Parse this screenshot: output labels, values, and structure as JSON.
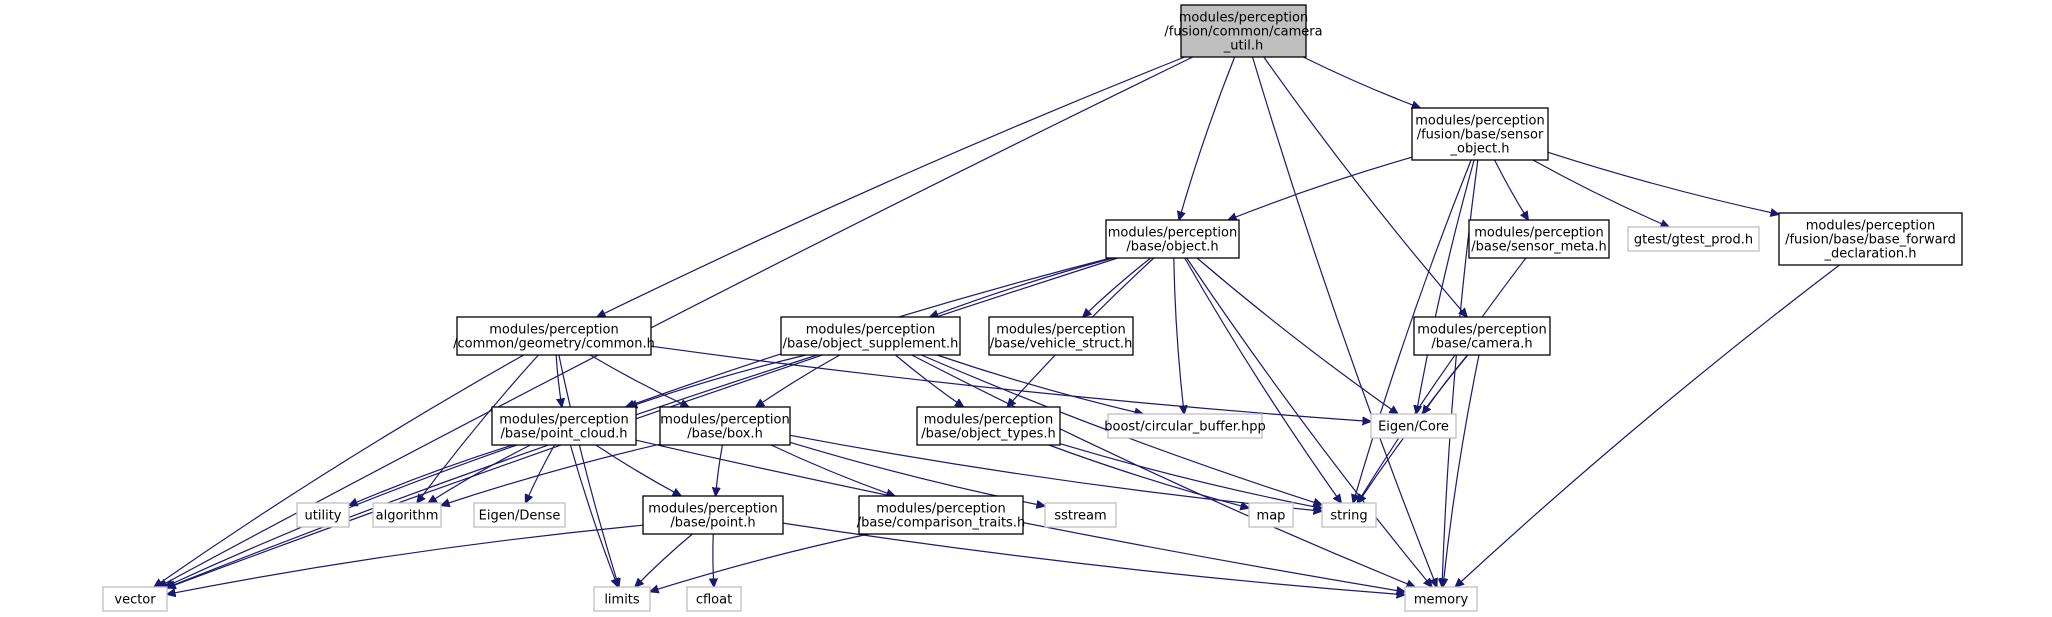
{
  "root_node": "camera_util",
  "nodes": [
    {
      "id": "camera_util",
      "kind": "root",
      "lines": [
        "modules/perception",
        "/fusion/common/camera",
        "_util.h"
      ]
    },
    {
      "id": "sensor_object",
      "kind": "local",
      "lines": [
        "modules/perception",
        "/fusion/base/sensor",
        "_object.h"
      ]
    },
    {
      "id": "object",
      "kind": "local",
      "lines": [
        "modules/perception",
        "/base/object.h"
      ]
    },
    {
      "id": "sensor_meta",
      "kind": "local",
      "lines": [
        "modules/perception",
        "/base/sensor_meta.h"
      ]
    },
    {
      "id": "gtest_prod",
      "kind": "sys",
      "lines": [
        "gtest/gtest_prod.h"
      ]
    },
    {
      "id": "base_forward",
      "kind": "local",
      "lines": [
        "modules/perception",
        "/fusion/base/base_forward",
        "_declaration.h"
      ]
    },
    {
      "id": "common",
      "kind": "local",
      "lines": [
        "modules/perception",
        "/common/geometry/common.h"
      ]
    },
    {
      "id": "object_supplement",
      "kind": "local",
      "lines": [
        "modules/perception",
        "/base/object_supplement.h"
      ]
    },
    {
      "id": "vehicle_struct",
      "kind": "local",
      "lines": [
        "modules/perception",
        "/base/vehicle_struct.h"
      ]
    },
    {
      "id": "camera",
      "kind": "local",
      "lines": [
        "modules/perception",
        "/base/camera.h"
      ]
    },
    {
      "id": "point_cloud",
      "kind": "local",
      "lines": [
        "modules/perception",
        "/base/point_cloud.h"
      ]
    },
    {
      "id": "box",
      "kind": "local",
      "lines": [
        "modules/perception",
        "/base/box.h"
      ]
    },
    {
      "id": "object_types",
      "kind": "local",
      "lines": [
        "modules/perception",
        "/base/object_types.h"
      ]
    },
    {
      "id": "circular_buffer",
      "kind": "sys",
      "lines": [
        "boost/circular_buffer.hpp"
      ]
    },
    {
      "id": "eigen_core",
      "kind": "sys",
      "lines": [
        "Eigen/Core"
      ]
    },
    {
      "id": "point",
      "kind": "local",
      "lines": [
        "modules/perception",
        "/base/point.h"
      ]
    },
    {
      "id": "comparison_traits",
      "kind": "local",
      "lines": [
        "modules/perception",
        "/base/comparison_traits.h"
      ]
    },
    {
      "id": "utility",
      "kind": "sys",
      "lines": [
        "utility"
      ]
    },
    {
      "id": "algorithm",
      "kind": "sys",
      "lines": [
        "algorithm"
      ]
    },
    {
      "id": "eigen_dense",
      "kind": "sys",
      "lines": [
        "Eigen/Dense"
      ]
    },
    {
      "id": "sstream",
      "kind": "sys",
      "lines": [
        "sstream"
      ]
    },
    {
      "id": "map",
      "kind": "sys",
      "lines": [
        "map"
      ]
    },
    {
      "id": "string",
      "kind": "sys",
      "lines": [
        "string"
      ]
    },
    {
      "id": "vector",
      "kind": "sys",
      "lines": [
        "vector"
      ]
    },
    {
      "id": "limits",
      "kind": "sys",
      "lines": [
        "limits"
      ]
    },
    {
      "id": "cfloat",
      "kind": "sys",
      "lines": [
        "cfloat"
      ]
    },
    {
      "id": "memory",
      "kind": "sys",
      "lines": [
        "memory"
      ]
    }
  ],
  "edges": [
    {
      "from": "camera_util",
      "to": "vector"
    },
    {
      "from": "camera_util",
      "to": "common"
    },
    {
      "from": "camera_util",
      "to": "object"
    },
    {
      "from": "camera_util",
      "to": "camera"
    },
    {
      "from": "camera_util",
      "to": "sensor_object"
    },
    {
      "from": "camera_util",
      "to": "memory"
    },
    {
      "from": "sensor_object",
      "to": "object"
    },
    {
      "from": "sensor_object",
      "to": "eigen_core"
    },
    {
      "from": "sensor_object",
      "to": "string"
    },
    {
      "from": "sensor_object",
      "to": "sensor_meta"
    },
    {
      "from": "sensor_object",
      "to": "gtest_prod"
    },
    {
      "from": "sensor_object",
      "to": "base_forward"
    },
    {
      "from": "sensor_object",
      "to": "memory"
    },
    {
      "from": "sensor_meta",
      "to": "string"
    },
    {
      "from": "base_forward",
      "to": "memory"
    },
    {
      "from": "object",
      "to": "vector"
    },
    {
      "from": "object",
      "to": "point_cloud"
    },
    {
      "from": "object",
      "to": "object_supplement"
    },
    {
      "from": "object",
      "to": "vehicle_struct"
    },
    {
      "from": "object",
      "to": "object_types"
    },
    {
      "from": "object",
      "to": "circular_buffer"
    },
    {
      "from": "object",
      "to": "string"
    },
    {
      "from": "object",
      "to": "eigen_core"
    },
    {
      "from": "object",
      "to": "memory"
    },
    {
      "from": "common",
      "to": "vector"
    },
    {
      "from": "common",
      "to": "point_cloud"
    },
    {
      "from": "common",
      "to": "box"
    },
    {
      "from": "common",
      "to": "algorithm"
    },
    {
      "from": "common",
      "to": "limits"
    },
    {
      "from": "common",
      "to": "eigen_core"
    },
    {
      "from": "object_supplement",
      "to": "vector"
    },
    {
      "from": "object_supplement",
      "to": "point_cloud"
    },
    {
      "from": "object_supplement",
      "to": "box"
    },
    {
      "from": "object_supplement",
      "to": "object_types"
    },
    {
      "from": "object_supplement",
      "to": "circular_buffer"
    },
    {
      "from": "object_supplement",
      "to": "string"
    },
    {
      "from": "object_supplement",
      "to": "memory"
    },
    {
      "from": "camera",
      "to": "eigen_core"
    },
    {
      "from": "camera",
      "to": "string"
    },
    {
      "from": "camera",
      "to": "memory"
    },
    {
      "from": "point_cloud",
      "to": "vector"
    },
    {
      "from": "point_cloud",
      "to": "utility"
    },
    {
      "from": "point_cloud",
      "to": "algorithm"
    },
    {
      "from": "point_cloud",
      "to": "eigen_dense"
    },
    {
      "from": "point_cloud",
      "to": "limits"
    },
    {
      "from": "point_cloud",
      "to": "point"
    },
    {
      "from": "point_cloud",
      "to": "memory"
    },
    {
      "from": "box",
      "to": "algorithm"
    },
    {
      "from": "box",
      "to": "point"
    },
    {
      "from": "box",
      "to": "comparison_traits"
    },
    {
      "from": "box",
      "to": "sstream"
    },
    {
      "from": "box",
      "to": "string"
    },
    {
      "from": "object_types",
      "to": "map"
    },
    {
      "from": "object_types",
      "to": "string"
    },
    {
      "from": "point",
      "to": "vector"
    },
    {
      "from": "point",
      "to": "limits"
    },
    {
      "from": "point",
      "to": "cfloat"
    },
    {
      "from": "point",
      "to": "memory"
    },
    {
      "from": "comparison_traits",
      "to": "limits"
    }
  ]
}
